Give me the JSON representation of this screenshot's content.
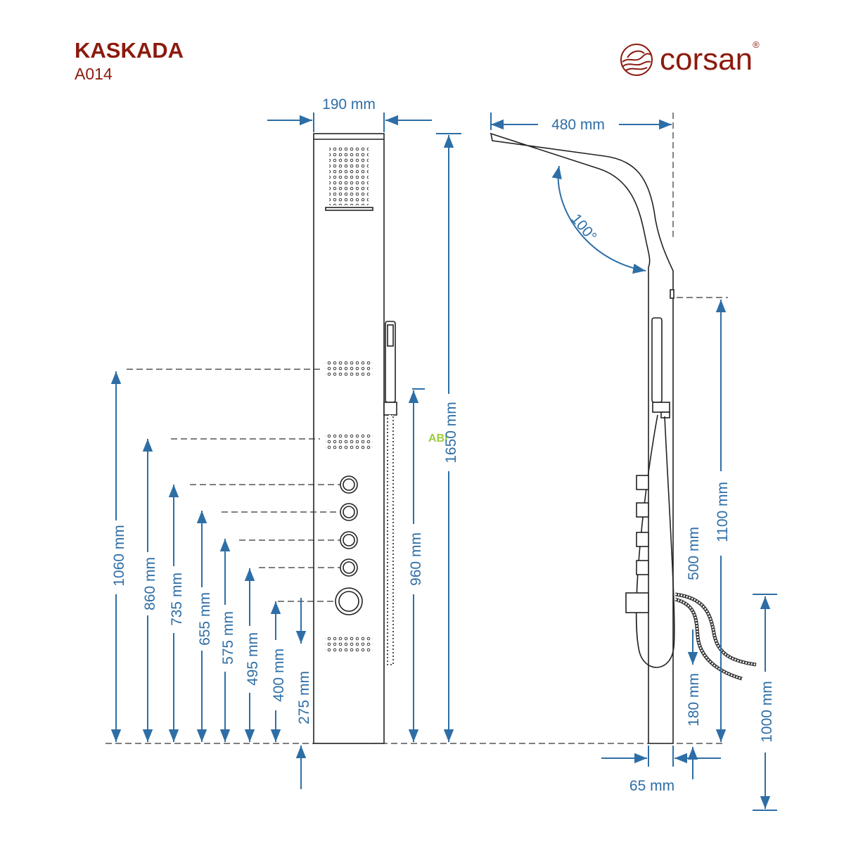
{
  "header": {
    "title": "KASKADA",
    "model": "A014"
  },
  "logo": {
    "brand": "corsan",
    "registered": "®"
  },
  "watermark": "ABI",
  "dimensions": {
    "width_front": "190 mm",
    "depth_arm": "480 mm",
    "angle": "100°",
    "height_total": "1650 mm",
    "hand_shower_holder": "960 mm",
    "jet_top": "1060 mm",
    "jet_mid": "860 mm",
    "knob1": "735 mm",
    "knob2": "655 mm",
    "knob3": "575 mm",
    "knob4": "495 mm",
    "thermostat": "400 mm",
    "jet_bottom": "275 mm",
    "side_mount": "1100 mm",
    "side_hose": "500 mm",
    "side_inlet": "180 mm",
    "inlet_height": "1000 mm",
    "panel_depth": "65 mm"
  },
  "colors": {
    "dimension": "#2e6ea6",
    "brand": "#8c1a0e"
  }
}
